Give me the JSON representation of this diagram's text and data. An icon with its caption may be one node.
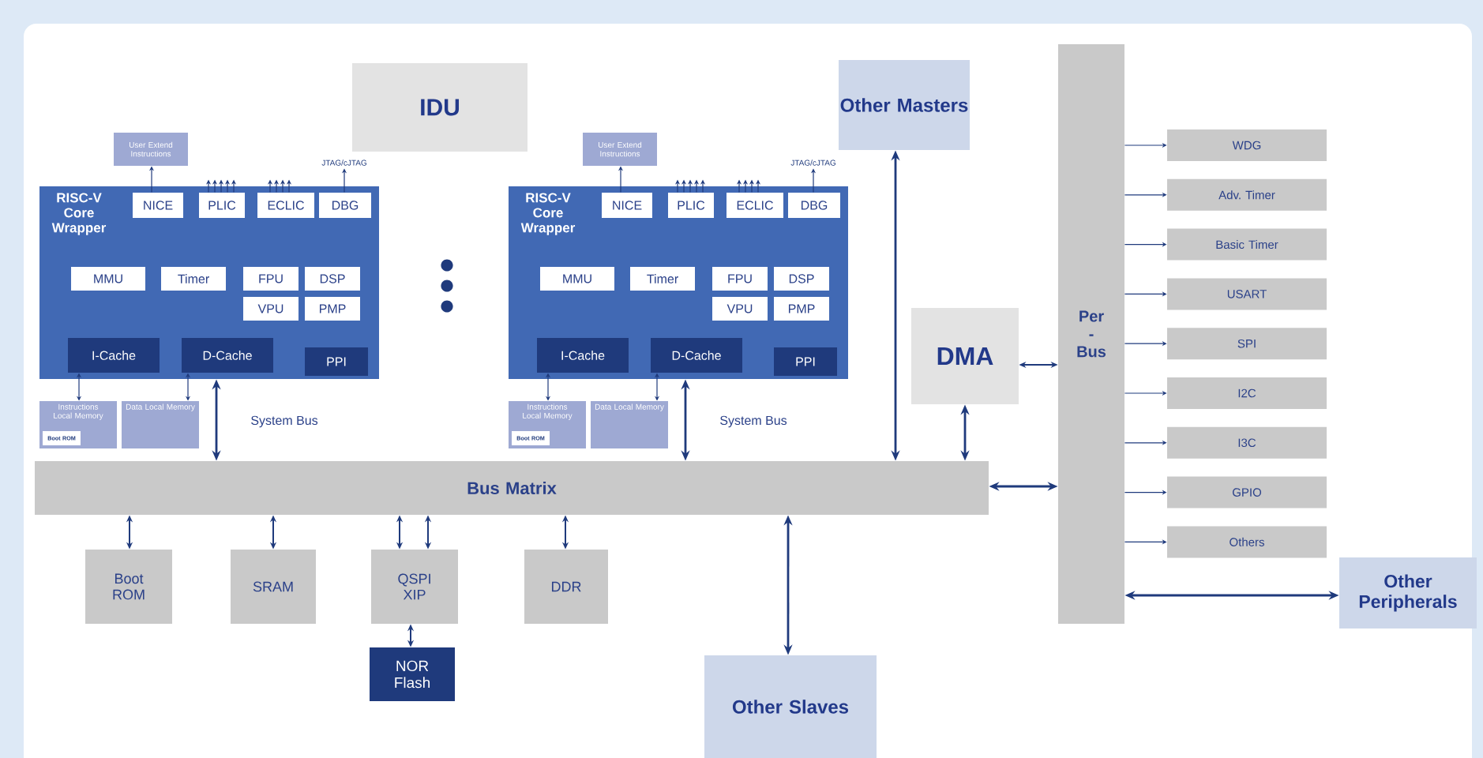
{
  "diagram": {
    "nodes": [
      {
        "text": [
          "IDU"
        ]
      },
      {
        "text": [
          "Other Masters"
        ]
      },
      {
        "text": [
          "Per - Bus"
        ]
      },
      {
        "text": [
          "User Extend Instructions"
        ]
      },
      {
        "text": [
          "RISC-V Core Wrapper"
        ]
      },
      {
        "text": [
          "NICE"
        ],
        "in": 4
      },
      {
        "text": [
          "PLIC"
        ],
        "in": 4
      },
      {
        "text": [
          "ECLIC"
        ],
        "in": 4
      },
      {
        "text": [
          "DBG"
        ],
        "in": 4
      },
      {
        "text": [
          "MMU"
        ],
        "in": 4
      },
      {
        "text": [
          "Timer"
        ],
        "in": 4
      },
      {
        "text": [
          "FPU"
        ],
        "in": 4
      },
      {
        "text": [
          "DSP"
        ],
        "in": 4
      },
      {
        "text": [
          "VPU"
        ],
        "in": 4
      },
      {
        "text": [
          "PMP"
        ],
        "in": 4
      },
      {
        "text": [
          "I-Cache"
        ],
        "in": 4
      },
      {
        "text": [
          "D-Cache"
        ],
        "in": 4
      },
      {
        "text": [
          "PPI"
        ],
        "in": 4
      },
      {
        "text": [
          "Instructions Local Memory"
        ]
      },
      {
        "text": [
          "Boot ROM"
        ],
        "in": 18
      },
      {
        "text": [
          "Data Local Memory"
        ]
      },
      {
        "text": [
          "User Extend Instructions"
        ]
      },
      {
        "text": [
          "RISC-V Core Wrapper"
        ]
      },
      {
        "text": [
          "NICE"
        ],
        "in": 22
      },
      {
        "text": [
          "PLIC"
        ],
        "in": 22
      },
      {
        "text": [
          "ECLIC"
        ],
        "in": 22
      },
      {
        "text": [
          "DBG"
        ],
        "in": 22
      },
      {
        "text": [
          "MMU"
        ],
        "in": 22
      },
      {
        "text": [
          "Timer"
        ],
        "in": 22
      },
      {
        "text": [
          "FPU"
        ],
        "in": 22
      },
      {
        "text": [
          "DSP"
        ],
        "in": 22
      },
      {
        "text": [
          "VPU"
        ],
        "in": 22
      },
      {
        "text": [
          "PMP"
        ],
        "in": 22
      },
      {
        "text": [
          "I-Cache"
        ],
        "in": 22
      },
      {
        "text": [
          "D-Cache"
        ],
        "in": 22
      },
      {
        "text": [
          "PPI"
        ],
        "in": 22
      },
      {
        "text": [
          "Instructions Local Memory"
        ]
      },
      {
        "text": [
          "Boot ROM"
        ],
        "in": 36
      },
      {
        "text": [
          "Data Local Memory"
        ]
      },
      {
        "text": [
          "DMA"
        ]
      },
      {
        "text": [
          "WDG"
        ]
      },
      {
        "text": [
          "Adv. Timer"
        ]
      },
      {
        "text": [
          "Basic Timer"
        ]
      },
      {
        "text": [
          "USART"
        ]
      },
      {
        "text": [
          "SPI"
        ]
      },
      {
        "text": [
          "I2C"
        ]
      },
      {
        "text": [
          "I3C"
        ]
      },
      {
        "text": [
          "GPIO"
        ]
      },
      {
        "text": [
          "Others"
        ]
      },
      {
        "text": [
          "Bus Matrix"
        ]
      },
      {
        "text": [
          "Boot ROM"
        ]
      },
      {
        "text": [
          "SRAM"
        ]
      },
      {
        "text": [
          "QSPI XIP"
        ]
      },
      {
        "text": [
          "DDR"
        ]
      },
      {
        "text": [
          "NOR Flash"
        ]
      },
      {
        "text": [
          "Other Slaves"
        ]
      },
      {
        "text": [
          "Other Peripherals"
        ]
      },
      {
        "text": [
          "JTAG/cJTAG"
        ]
      },
      {
        "text": [
          "JTAG/cJTAG"
        ]
      }
    ],
    "edges": [
      {
        "from": 5,
        "to": 3,
        "arrow": "to"
      },
      {
        "from": 6,
        "to": null,
        "arrow": "to"
      },
      {
        "from": 6,
        "to": null,
        "arrow": "to"
      },
      {
        "from": 6,
        "to": null,
        "arrow": "to"
      },
      {
        "from": 6,
        "to": null,
        "arrow": "to"
      },
      {
        "from": 6,
        "to": null,
        "arrow": "to"
      },
      {
        "from": 7,
        "to": null,
        "arrow": "to"
      },
      {
        "from": 7,
        "to": null,
        "arrow": "to"
      },
      {
        "from": 7,
        "to": null,
        "arrow": "to"
      },
      {
        "from": 7,
        "to": null,
        "arrow": "to"
      },
      {
        "from": 8,
        "to": 57,
        "arrow": "to"
      },
      {
        "from": 15,
        "to": 18,
        "arrow": "both"
      },
      {
        "from": 16,
        "to": 20,
        "arrow": "both"
      },
      {
        "from": 4,
        "to": 49,
        "arrow": "both",
        "label": "System Bus"
      },
      {
        "from": 23,
        "to": 21,
        "arrow": "to"
      },
      {
        "from": 24,
        "to": null,
        "arrow": "to"
      },
      {
        "from": 24,
        "to": null,
        "arrow": "to"
      },
      {
        "from": 24,
        "to": null,
        "arrow": "to"
      },
      {
        "from": 24,
        "to": null,
        "arrow": "to"
      },
      {
        "from": 24,
        "to": null,
        "arrow": "to"
      },
      {
        "from": 25,
        "to": null,
        "arrow": "to"
      },
      {
        "from": 25,
        "to": null,
        "arrow": "to"
      },
      {
        "from": 25,
        "to": null,
        "arrow": "to"
      },
      {
        "from": 25,
        "to": null,
        "arrow": "to"
      },
      {
        "from": 26,
        "to": 58,
        "arrow": "to"
      },
      {
        "from": 33,
        "to": 36,
        "arrow": "both"
      },
      {
        "from": 34,
        "to": 38,
        "arrow": "both"
      },
      {
        "from": 22,
        "to": 49,
        "arrow": "both",
        "label": "System Bus"
      },
      {
        "from": 1,
        "to": 49,
        "arrow": "both"
      },
      {
        "from": 39,
        "to": 49,
        "arrow": "both"
      },
      {
        "from": 39,
        "to": 2,
        "arrow": "both"
      },
      {
        "from": 49,
        "to": 2,
        "arrow": "both"
      },
      {
        "from": 2,
        "to": 40,
        "arrow": "to"
      },
      {
        "from": 2,
        "to": 41,
        "arrow": "to"
      },
      {
        "from": 2,
        "to": 42,
        "arrow": "to"
      },
      {
        "from": 2,
        "to": 43,
        "arrow": "to"
      },
      {
        "from": 2,
        "to": 44,
        "arrow": "to"
      },
      {
        "from": 2,
        "to": 45,
        "arrow": "to"
      },
      {
        "from": 2,
        "to": 46,
        "arrow": "to"
      },
      {
        "from": 2,
        "to": 47,
        "arrow": "to"
      },
      {
        "from": 2,
        "to": 48,
        "arrow": "to"
      },
      {
        "from": 2,
        "to": 56,
        "arrow": "both"
      },
      {
        "from": 49,
        "to": 50,
        "arrow": "both"
      },
      {
        "from": 49,
        "to": 51,
        "arrow": "both"
      },
      {
        "from": 49,
        "to": 52,
        "arrow": "both"
      },
      {
        "from": 49,
        "to": 52,
        "arrow": "both"
      },
      {
        "from": 49,
        "to": 53,
        "arrow": "both"
      },
      {
        "from": 52,
        "to": 54,
        "arrow": "both"
      },
      {
        "from": 49,
        "to": 55,
        "arrow": "both"
      }
    ]
  }
}
